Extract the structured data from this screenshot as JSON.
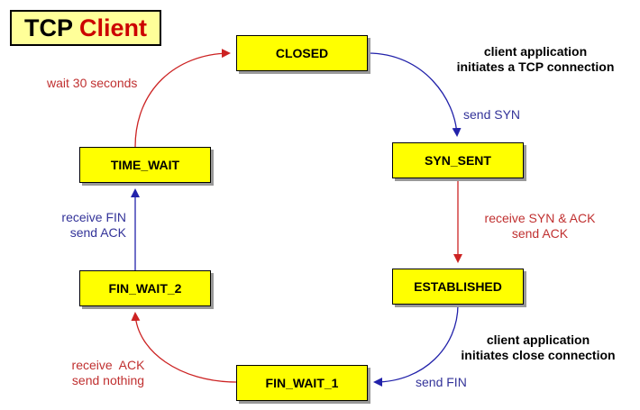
{
  "title": {
    "part1": "TCP",
    "part2": "Client"
  },
  "states": {
    "closed": "CLOSED",
    "syn_sent": "SYN_SENT",
    "established": "ESTABLISHED",
    "fin_wait_1": "FIN_WAIT_1",
    "fin_wait_2": "FIN_WAIT_2",
    "time_wait": "TIME_WAIT"
  },
  "transitions": {
    "closed_to_syn_sent": {
      "event": [
        "client application",
        "initiates a TCP connection"
      ],
      "action": "send SYN"
    },
    "syn_sent_to_established": {
      "lines": [
        "receive SYN & ACK",
        "send ACK"
      ]
    },
    "established_to_fin_wait_1": {
      "event": [
        "client application",
        "initiates close connection"
      ],
      "action": "send FIN"
    },
    "fin_wait_1_to_fin_wait_2": {
      "lines": [
        "receive  ACK",
        "send nothing"
      ]
    },
    "fin_wait_2_to_time_wait": {
      "lines": [
        "receive FIN",
        "send ACK"
      ]
    },
    "time_wait_to_closed": {
      "lines": [
        "wait 30 seconds"
      ]
    }
  },
  "colors": {
    "state_fill": "#ffff00",
    "title_fill": "#ffff99",
    "red_arrow": "#cc2222",
    "blue_arrow": "#2222aa",
    "red_text": "#c03030",
    "blue_text": "#333399"
  }
}
